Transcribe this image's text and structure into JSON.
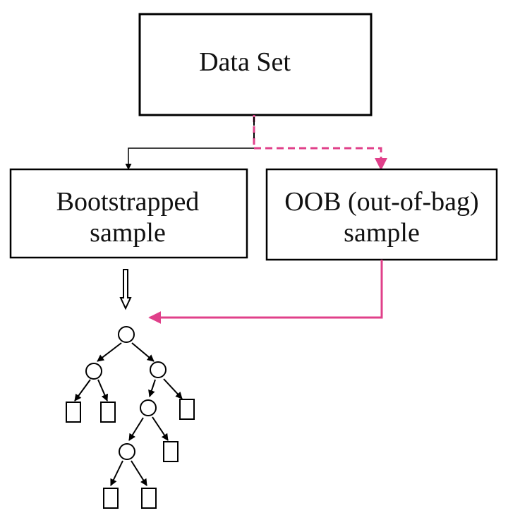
{
  "boxes": {
    "data_set": "Data Set",
    "bootstrapped": {
      "line1": "Bootstrapped",
      "line2": "sample"
    },
    "oob": {
      "line1": "OOB (out-of-bag)",
      "line2": "sample"
    }
  },
  "colors": {
    "stroke": "#000000",
    "accent": "#e0408a",
    "background": "#ffffff"
  }
}
